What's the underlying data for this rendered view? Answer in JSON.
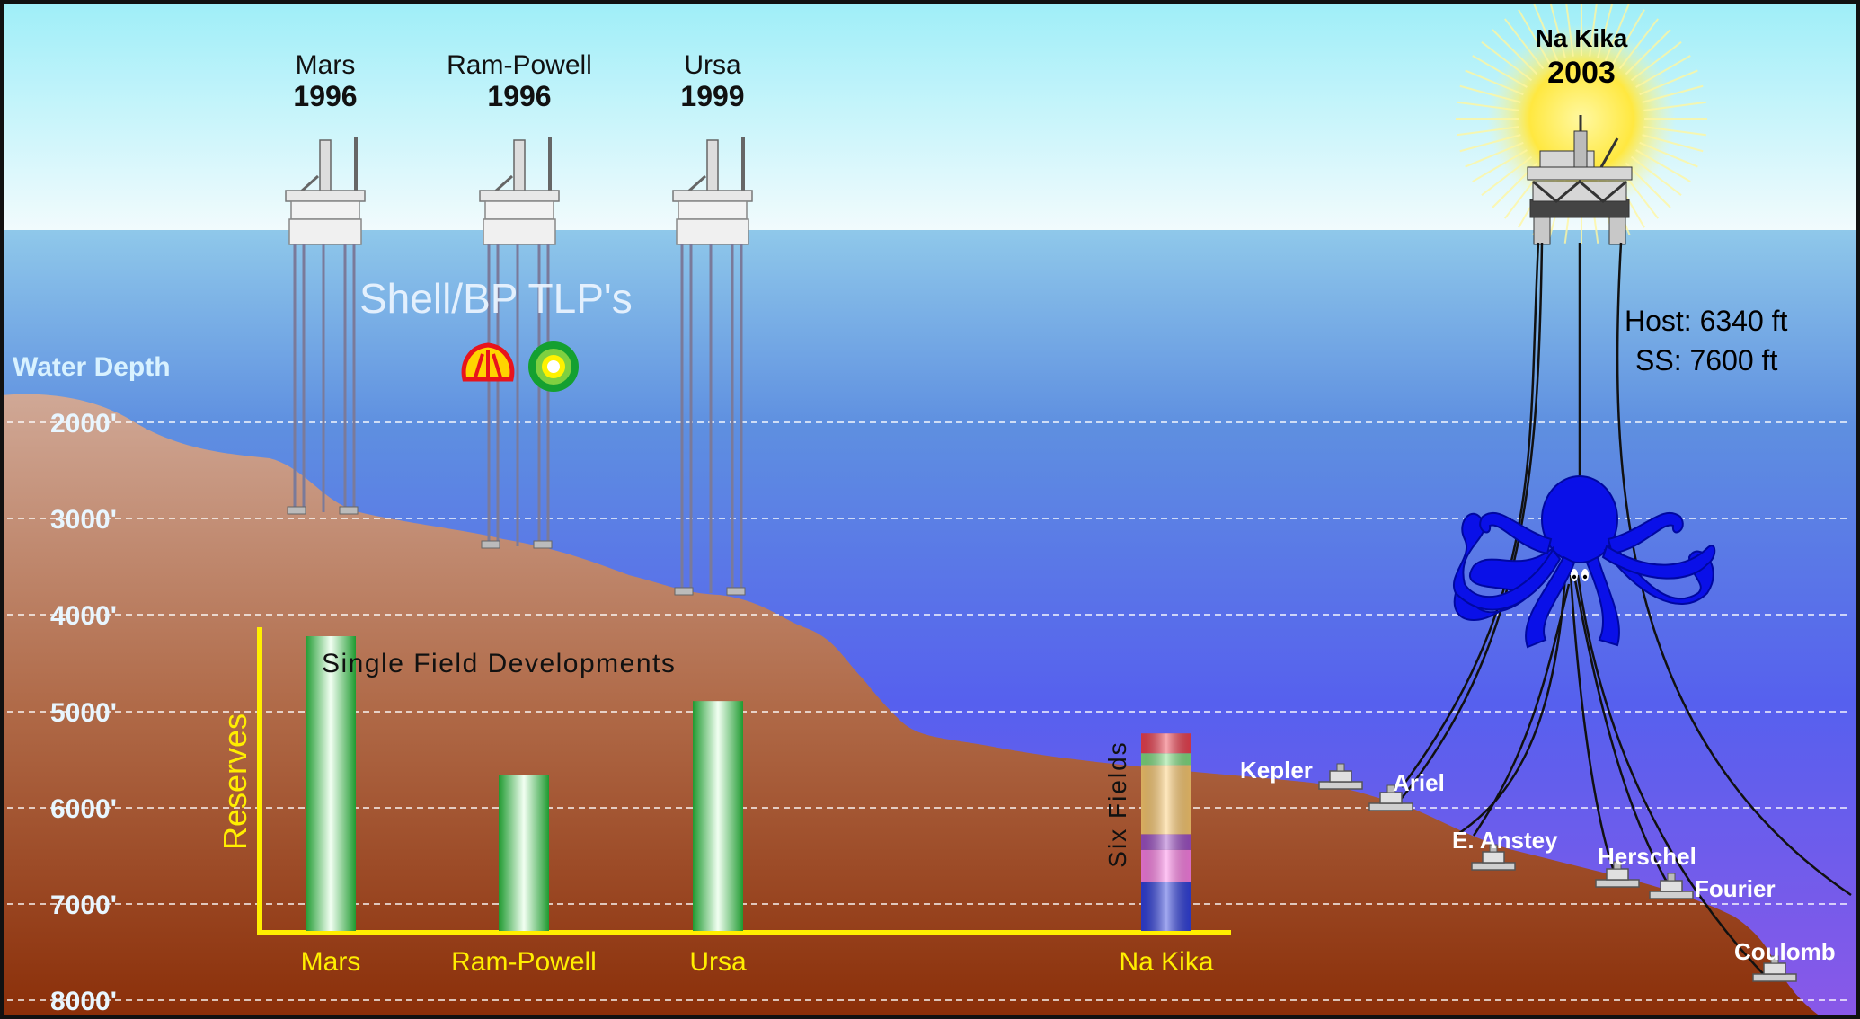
{
  "water_depth_label": "Water Depth",
  "depth_ticks": [
    "2000'",
    "3000'",
    "4000'",
    "5000'",
    "6000'",
    "7000'",
    "8000'"
  ],
  "platforms": [
    {
      "name": "Mars",
      "year": "1996"
    },
    {
      "name": "Ram-Powell",
      "year": "1996"
    },
    {
      "name": "Ursa",
      "year": "1999"
    }
  ],
  "tlp_label": "Shell/BP TLP's",
  "nakika": {
    "name": "Na Kika",
    "year": "2003",
    "host_depth": "Host: 6340 ft",
    "subsea_depth": "SS: 7600 ft"
  },
  "subsea_fields": [
    "Kepler",
    "Ariel",
    "E. Anstey",
    "Herschel",
    "Fourier",
    "Coulomb"
  ],
  "chart_data": {
    "type": "bar",
    "title": "Single Field Developments",
    "ylabel": "Reserves",
    "categories": [
      "Mars",
      "Ram-Powell",
      "Ursa",
      "Na Kika"
    ],
    "values": [
      1.0,
      0.53,
      0.78,
      0.67
    ],
    "stacked_label": "Six Fields",
    "nakika_segments": [
      {
        "color": "#3040e0",
        "fraction": 0.25
      },
      {
        "color": "#ff80e8",
        "fraction": 0.16
      },
      {
        "color": "#a050c8",
        "fraction": 0.08
      },
      {
        "color": "#ffcc70",
        "fraction": 0.35
      },
      {
        "color": "#80e080",
        "fraction": 0.06
      },
      {
        "color": "#f04050",
        "fraction": 0.1
      }
    ],
    "colors": {
      "bars": "#2fa640",
      "axes": "#ffee00",
      "labels": "#ffee00"
    }
  },
  "colors": {
    "sky_top": "#cfeff8",
    "sea_top": "#5e9bd6",
    "sea_deep": "#7a5cf0",
    "seabed_light": "#c89a86",
    "seabed_dark": "#8c3010",
    "depth_text": "#e8f6ff",
    "octopus": "#0a10e8"
  }
}
